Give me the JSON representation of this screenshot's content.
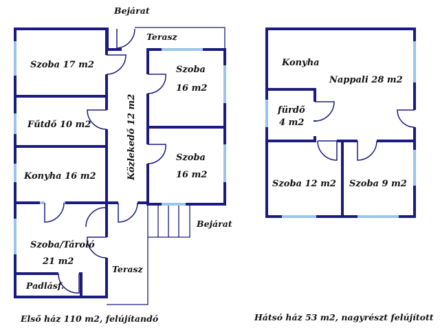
{
  "colors": {
    "wall": "#1a1a80",
    "window": "#9cc4e8",
    "text": "#111111",
    "background": "#ffffff"
  },
  "front_house": {
    "entrance_top": "Bejárat",
    "terrace_top": "Terasz",
    "entrance_side": "Bejárat",
    "terrace_bottom": "Terasz",
    "caption": "Első ház 110 m2, felújítandó",
    "rooms": {
      "szoba17": "Szoba 17 m2",
      "futodo": "Fűtdő 10 m2",
      "konyha": "Konyha 16 m2",
      "tarolo_line1": "Szoba/Tároló",
      "tarolo_line2": "21 m2",
      "padlas": "Padlásf.",
      "kozlekedo": "Közlekedő 12 m2",
      "szoba_a_line1": "Szoba",
      "szoba_a_line2": "16 m2",
      "szoba_b_line1": "Szoba",
      "szoba_b_line2": "16 m2"
    }
  },
  "back_house": {
    "caption": "Hátsó ház 53 m2, nagyrészt felújított",
    "rooms": {
      "konyha": "Konyha",
      "nappali": "Nappali 28 m2",
      "furdo_line1": "fürdő",
      "furdo_line2": "4 m2",
      "szoba12": "Szoba 12 m2",
      "szoba9": "Szoba 9 m2"
    }
  }
}
